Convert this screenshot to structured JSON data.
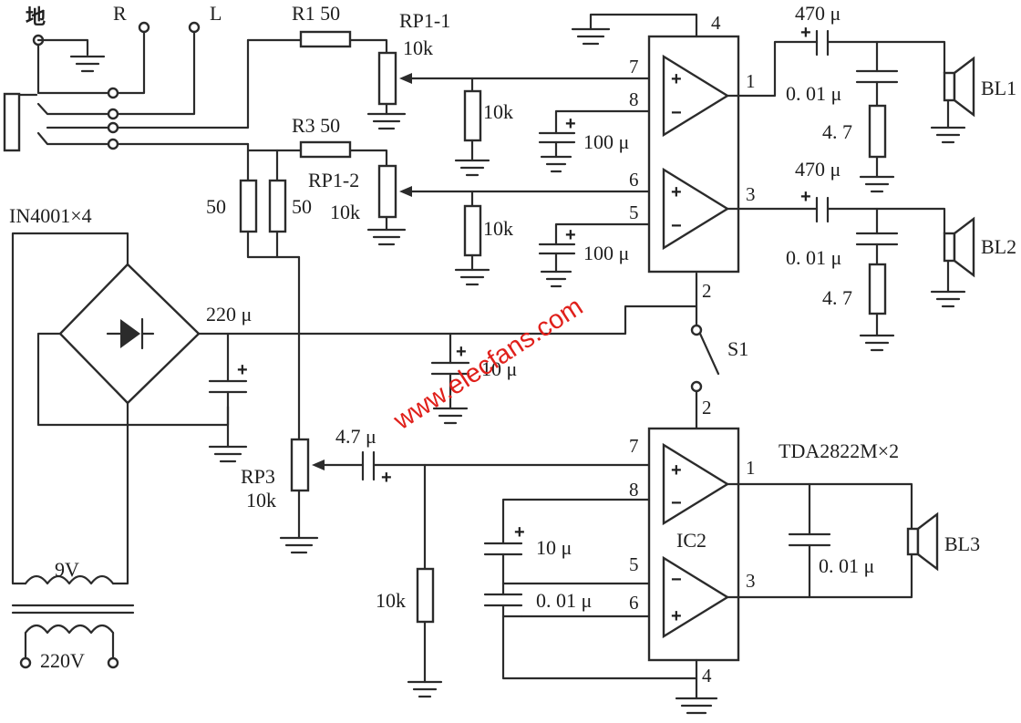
{
  "labels": {
    "ground_cn": "地",
    "jack_r": "R",
    "jack_l": "L",
    "r1": "R1  50",
    "r3": "R3  50",
    "rp1_1": "RP1-1",
    "rp1_1_val": "10k",
    "rp1_2": "RP1-2",
    "rp1_2_val": "10k",
    "rbias1": "10k",
    "rbias2": "10k",
    "c100u_1": "100 μ",
    "c100u_2": "100 μ",
    "r50_a": "50",
    "r50_b": "50",
    "diodes": "IN4001×4",
    "c220u": "220 μ",
    "c10u_top": "10 μ",
    "c470u_1": "470 μ",
    "c470u_2": "470 μ",
    "c001_1": "0. 01 μ",
    "c001_2": "0. 01 μ",
    "r47_1": "4. 7",
    "r47_2": "4. 7",
    "bl1": "BL1",
    "bl2": "BL2",
    "bl3": "BL3",
    "s1": "S1",
    "rp3": "RP3",
    "rp3_val": "10k",
    "c47u": "4.7 μ",
    "r10k_bottom": "10k",
    "c10u_bottom": "10 μ",
    "c001_bottom": "0. 01 μ",
    "c001_bl3": "0. 01 μ",
    "ic2": "IC2",
    "ic_type": "TDA2822M×2",
    "v9": "9V",
    "v220": "220V",
    "watermark": "www.elecfans.com"
  },
  "pins": {
    "top_4": "4",
    "top_7": "7",
    "top_8": "8",
    "top_1": "1",
    "top_6": "6",
    "top_5": "5",
    "top_3": "3",
    "top_2": "2",
    "bot_2": "2",
    "bot_7": "7",
    "bot_8": "8",
    "bot_1": "1",
    "bot_5": "5",
    "bot_6": "6",
    "bot_3": "3",
    "bot_4": "4"
  },
  "signs": {
    "plus": "+",
    "minus": "−"
  },
  "colors": {
    "ink": "#2b2b2b",
    "watermark": "#e0201b"
  }
}
